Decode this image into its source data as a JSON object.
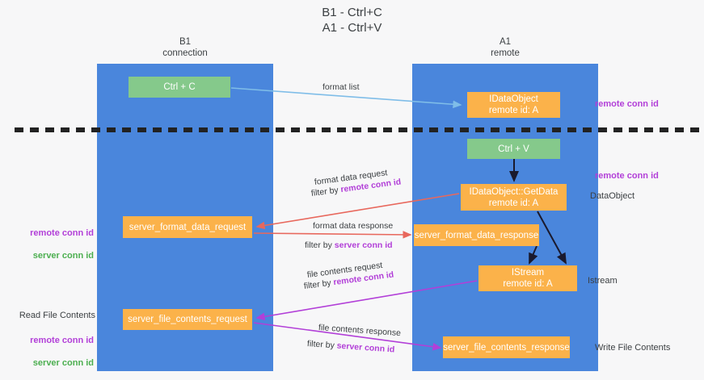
{
  "title": "B1 - Ctrl+C\nA1 - Ctrl+V",
  "columns": [
    {
      "id": "b1",
      "label": "B1\nconnection"
    },
    {
      "id": "a1",
      "label": "A1\nremote"
    }
  ],
  "nodes": {
    "ctrl_c": {
      "label": "Ctrl + C",
      "color": "#85c98b"
    },
    "dataobject": {
      "label": "IDataObject\nremote id: A",
      "color": "#fbb24a"
    },
    "ctrl_v": {
      "label": "Ctrl + V",
      "color": "#85c98b"
    },
    "getdata": {
      "label": "IDataObject::GetData\nremote id: A",
      "color": "#fbb24a"
    },
    "server_format_data_request": {
      "label": "server_format_data_request",
      "color": "#fbb24a"
    },
    "server_format_data_response": {
      "label": "server_format_data_response",
      "color": "#fbb24a"
    },
    "istream": {
      "label": "IStream\nremote id: A",
      "color": "#fbb24a"
    },
    "server_file_contents_request": {
      "label": "server_file_contents_request",
      "color": "#fbb24a"
    },
    "server_file_contents_response": {
      "label": "server_file_contents_response",
      "color": "#fbb24a"
    }
  },
  "edge_labels": {
    "format_list": "format list",
    "format_data_request": "format data request",
    "format_data_request_filter_prefix": "filter by ",
    "format_data_request_filter_key": "remote conn id",
    "format_data_response": "format data response",
    "format_data_response_filter_prefix": "filter by ",
    "format_data_response_filter_key": "server conn id",
    "file_contents_request": "file contents request",
    "file_contents_request_filter_prefix": "filter by ",
    "file_contents_request_filter_key": "remote conn id",
    "file_contents_response": "file contents response",
    "file_contents_response_filter_prefix": "filter by ",
    "file_contents_response_filter_key": "server conn id"
  },
  "annotations": {
    "right_remote_conn_id_top": "remote conn id",
    "right_remote_conn_id_mid": "remote conn id",
    "right_dataobject": "DataObject",
    "right_istream": "Istream",
    "right_write_file_contents": "Write File Contents",
    "left_remote_conn_id": "remote conn id",
    "left_server_conn_id": "server conn id",
    "left_read_file_contents": "Read File Contents",
    "left_remote_conn_id_2": "remote conn id",
    "left_server_conn_id_2": "server conn id"
  },
  "colors": {
    "lane": "#4a86dc",
    "green_node": "#85c98b",
    "orange_node": "#fbb24a",
    "magenta": "#b23fd8",
    "green_text": "#4caf50",
    "red_arrow": "#e8685d",
    "blue_arrow": "#7fbde8",
    "dark_arrow": "#1a1a2e",
    "background": "#f7f7f8"
  }
}
